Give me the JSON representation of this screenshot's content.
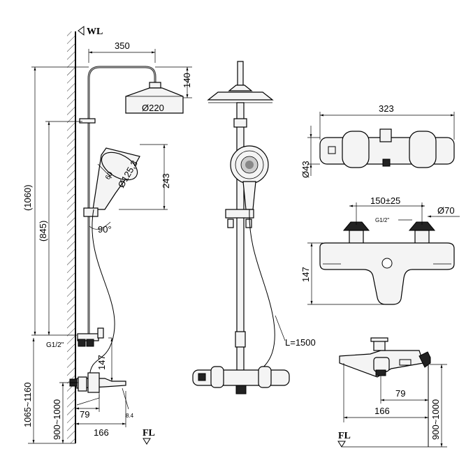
{
  "labels": {
    "wall_line": "WL",
    "floor_line_left": "FL",
    "floor_line_right": "FL",
    "hose_length": "L=1500",
    "thread_left": "G1/2\"",
    "thread_mixer": "G1/2\"",
    "angle": "90°",
    "angle_handshower": "60",
    "handshower_diameter": "Ø125,3",
    "head_diameter": "Ø220",
    "body_diameter": "Ø43",
    "escutcheon_diameter": "Ø70",
    "spout_small": "8.4"
  },
  "dimensions": {
    "arm_length": "350",
    "head_drop": "140",
    "handshower_height": "243",
    "total_height": "(1060)",
    "rail_height": "(845)",
    "outlet_height": "147",
    "mount_range_left": "1065~1160",
    "mixer_height_range_left": "900~1000",
    "mixer_depth_left": "79",
    "mixer_projection_left": "166",
    "mixer_width": "323",
    "inlet_centers": "150±25",
    "mixer_body_height": "147",
    "mixer_depth_right": "79",
    "mixer_projection_right": "166",
    "mixer_height_range_right": "900~1000"
  }
}
